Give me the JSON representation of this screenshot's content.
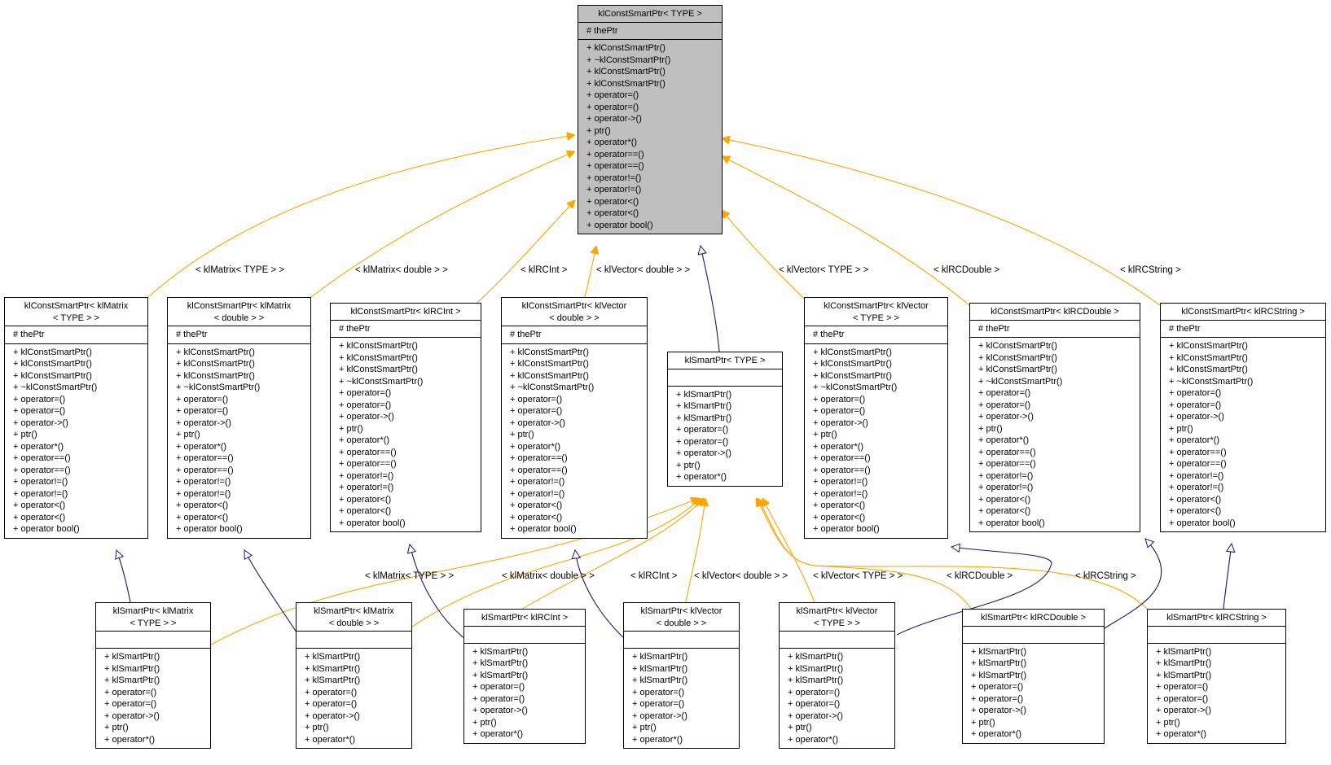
{
  "colors": {
    "template_edge": "#ffa500",
    "inherit_edge": "#191970",
    "root_fill": "#bfbfbf",
    "node_fill": "#ffffff"
  },
  "classes": [
    {
      "id": "root",
      "title": [
        "klConstSmartPtr< TYPE >"
      ],
      "root": true,
      "attrs": [
        "# thePtr"
      ],
      "ops": [
        "+ klConstSmartPtr()",
        "+ ~klConstSmartPtr()",
        "+ klConstSmartPtr()",
        "+ klConstSmartPtr()",
        "+ operator=()",
        "+ operator=()",
        "+ operator->()",
        "+ ptr()",
        "+ operator*()",
        "+ operator==()",
        "+ operator==()",
        "+ operator!=()",
        "+ operator!=()",
        "+ operator<()",
        "+ operator<()",
        "+ operator bool()"
      ]
    },
    {
      "id": "c_mat_t",
      "title": [
        "klConstSmartPtr< klMatrix",
        "< TYPE > >"
      ],
      "attrs": [
        "# thePtr"
      ],
      "ops": [
        "+ klConstSmartPtr()",
        "+ klConstSmartPtr()",
        "+ klConstSmartPtr()",
        "+ ~klConstSmartPtr()",
        "+ operator=()",
        "+ operator=()",
        "+ operator->()",
        "+ ptr()",
        "+ operator*()",
        "+ operator==()",
        "+ operator==()",
        "+ operator!=()",
        "+ operator!=()",
        "+ operator<()",
        "+ operator<()",
        "+ operator bool()"
      ]
    },
    {
      "id": "c_mat_d",
      "title": [
        "klConstSmartPtr< klMatrix",
        "< double > >"
      ],
      "attrs": [
        "# thePtr"
      ],
      "ops": [
        "+ klConstSmartPtr()",
        "+ klConstSmartPtr()",
        "+ klConstSmartPtr()",
        "+ ~klConstSmartPtr()",
        "+ operator=()",
        "+ operator=()",
        "+ operator->()",
        "+ ptr()",
        "+ operator*()",
        "+ operator==()",
        "+ operator==()",
        "+ operator!=()",
        "+ operator!=()",
        "+ operator<()",
        "+ operator<()",
        "+ operator bool()"
      ]
    },
    {
      "id": "c_rci",
      "title": [
        "klConstSmartPtr< klRCInt >"
      ],
      "attrs": [
        "# thePtr"
      ],
      "ops": [
        "+ klConstSmartPtr()",
        "+ klConstSmartPtr()",
        "+ klConstSmartPtr()",
        "+ ~klConstSmartPtr()",
        "+ operator=()",
        "+ operator=()",
        "+ operator->()",
        "+ ptr()",
        "+ operator*()",
        "+ operator==()",
        "+ operator==()",
        "+ operator!=()",
        "+ operator!=()",
        "+ operator<()",
        "+ operator<()",
        "+ operator bool()"
      ]
    },
    {
      "id": "c_vec_d",
      "title": [
        "klConstSmartPtr< klVector",
        "< double > >"
      ],
      "attrs": [
        "# thePtr"
      ],
      "ops": [
        "+ klConstSmartPtr()",
        "+ klConstSmartPtr()",
        "+ klConstSmartPtr()",
        "+ ~klConstSmartPtr()",
        "+ operator=()",
        "+ operator=()",
        "+ operator->()",
        "+ ptr()",
        "+ operator*()",
        "+ operator==()",
        "+ operator==()",
        "+ operator!=()",
        "+ operator!=()",
        "+ operator<()",
        "+ operator<()",
        "+ operator bool()"
      ]
    },
    {
      "id": "s_type",
      "title": [
        "klSmartPtr< TYPE >"
      ],
      "attrs": [],
      "ops": [
        "+ klSmartPtr()",
        "+ klSmartPtr()",
        "+ klSmartPtr()",
        "+ operator=()",
        "+ operator=()",
        "+ operator->()",
        "+ ptr()",
        "+ operator*()"
      ]
    },
    {
      "id": "c_vec_t",
      "title": [
        "klConstSmartPtr< klVector",
        "< TYPE > >"
      ],
      "attrs": [
        "# thePtr"
      ],
      "ops": [
        "+ klConstSmartPtr()",
        "+ klConstSmartPtr()",
        "+ klConstSmartPtr()",
        "+ ~klConstSmartPtr()",
        "+ operator=()",
        "+ operator=()",
        "+ operator->()",
        "+ ptr()",
        "+ operator*()",
        "+ operator==()",
        "+ operator==()",
        "+ operator!=()",
        "+ operator!=()",
        "+ operator<()",
        "+ operator<()",
        "+ operator bool()"
      ]
    },
    {
      "id": "c_rcd",
      "title": [
        "klConstSmartPtr< klRCDouble >"
      ],
      "attrs": [
        "# thePtr"
      ],
      "ops": [
        "+ klConstSmartPtr()",
        "+ klConstSmartPtr()",
        "+ klConstSmartPtr()",
        "+ ~klConstSmartPtr()",
        "+ operator=()",
        "+ operator=()",
        "+ operator->()",
        "+ ptr()",
        "+ operator*()",
        "+ operator==()",
        "+ operator==()",
        "+ operator!=()",
        "+ operator!=()",
        "+ operator<()",
        "+ operator<()",
        "+ operator bool()"
      ]
    },
    {
      "id": "c_rcs",
      "title": [
        "klConstSmartPtr< klRCString >"
      ],
      "attrs": [
        "# thePtr"
      ],
      "ops": [
        "+ klConstSmartPtr()",
        "+ klConstSmartPtr()",
        "+ klConstSmartPtr()",
        "+ ~klConstSmartPtr()",
        "+ operator=()",
        "+ operator=()",
        "+ operator->()",
        "+ ptr()",
        "+ operator*()",
        "+ operator==()",
        "+ operator==()",
        "+ operator!=()",
        "+ operator!=()",
        "+ operator<()",
        "+ operator<()",
        "+ operator bool()"
      ]
    },
    {
      "id": "s_mat_t",
      "title": [
        "klSmartPtr< klMatrix",
        "< TYPE > >"
      ],
      "attrs": [],
      "ops": [
        "+ klSmartPtr()",
        "+ klSmartPtr()",
        "+ klSmartPtr()",
        "+ operator=()",
        "+ operator=()",
        "+ operator->()",
        "+ ptr()",
        "+ operator*()"
      ]
    },
    {
      "id": "s_mat_d",
      "title": [
        "klSmartPtr< klMatrix",
        "< double > >"
      ],
      "attrs": [],
      "ops": [
        "+ klSmartPtr()",
        "+ klSmartPtr()",
        "+ klSmartPtr()",
        "+ operator=()",
        "+ operator=()",
        "+ operator->()",
        "+ ptr()",
        "+ operator*()"
      ]
    },
    {
      "id": "s_rci",
      "title": [
        "klSmartPtr< klRCInt >"
      ],
      "attrs": [],
      "ops": [
        "+ klSmartPtr()",
        "+ klSmartPtr()",
        "+ klSmartPtr()",
        "+ operator=()",
        "+ operator=()",
        "+ operator->()",
        "+ ptr()",
        "+ operator*()"
      ]
    },
    {
      "id": "s_vec_d",
      "title": [
        "klSmartPtr< klVector",
        "< double > >"
      ],
      "attrs": [],
      "ops": [
        "+ klSmartPtr()",
        "+ klSmartPtr()",
        "+ klSmartPtr()",
        "+ operator=()",
        "+ operator=()",
        "+ operator->()",
        "+ ptr()",
        "+ operator*()"
      ]
    },
    {
      "id": "s_vec_t",
      "title": [
        "klSmartPtr< klVector",
        "< TYPE > >"
      ],
      "attrs": [],
      "ops": [
        "+ klSmartPtr()",
        "+ klSmartPtr()",
        "+ klSmartPtr()",
        "+ operator=()",
        "+ operator=()",
        "+ operator->()",
        "+ ptr()",
        "+ operator*()"
      ]
    },
    {
      "id": "s_rcd",
      "title": [
        "klSmartPtr< klRCDouble >"
      ],
      "attrs": [],
      "ops": [
        "+ klSmartPtr()",
        "+ klSmartPtr()",
        "+ klSmartPtr()",
        "+ operator=()",
        "+ operator=()",
        "+ operator->()",
        "+ ptr()",
        "+ operator*()"
      ]
    },
    {
      "id": "s_rcs",
      "title": [
        "klSmartPtr< klRCString >"
      ],
      "attrs": [],
      "ops": [
        "+ klSmartPtr()",
        "+ klSmartPtr()",
        "+ klSmartPtr()",
        "+ operator=()",
        "+ operator=()",
        "+ operator->()",
        "+ ptr()",
        "+ operator*()"
      ]
    }
  ],
  "edge_labels": {
    "r_mat_t": "< klMatrix< TYPE > >",
    "r_mat_d": "< klMatrix< double > >",
    "r_rci": "< klRCInt >",
    "r_vec_d": "< klVector< double > >",
    "r_vec_t": "< klVector< TYPE > >",
    "r_rcd": "< klRCDouble >",
    "r_rcs": "< klRCString >",
    "s_mat_t": "< klMatrix< TYPE > >",
    "s_mat_d": "< klMatrix< double > >",
    "s_rci": "< klRCInt >",
    "s_vec_d": "< klVector< double > >",
    "s_vec_t": "< klVector< TYPE > >",
    "s_rcd": "< klRCDouble >",
    "s_rcs": "< klRCString >"
  }
}
